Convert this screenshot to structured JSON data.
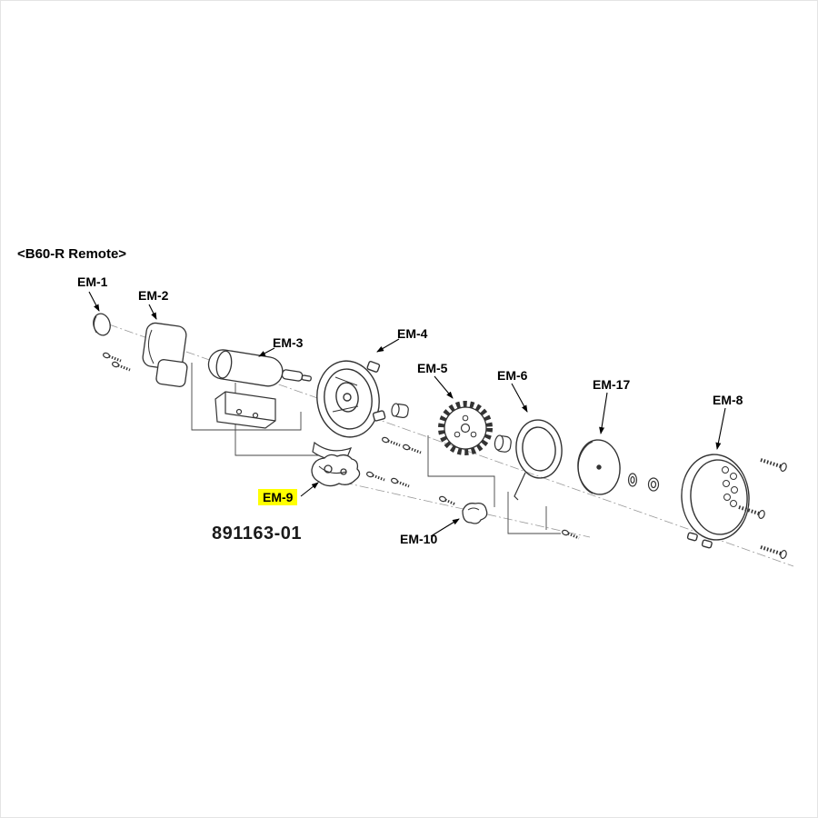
{
  "diagram": {
    "title": "<B60-R Remote>",
    "part_number": "891163-01",
    "highlight_color": "#ffff00",
    "labels": {
      "em1": "EM-1",
      "em2": "EM-2",
      "em3": "EM-3",
      "em4": "EM-4",
      "em5": "EM-5",
      "em6": "EM-6",
      "em17": "EM-17",
      "em8": "EM-8",
      "em9": "EM-9",
      "em10": "EM-10"
    }
  }
}
